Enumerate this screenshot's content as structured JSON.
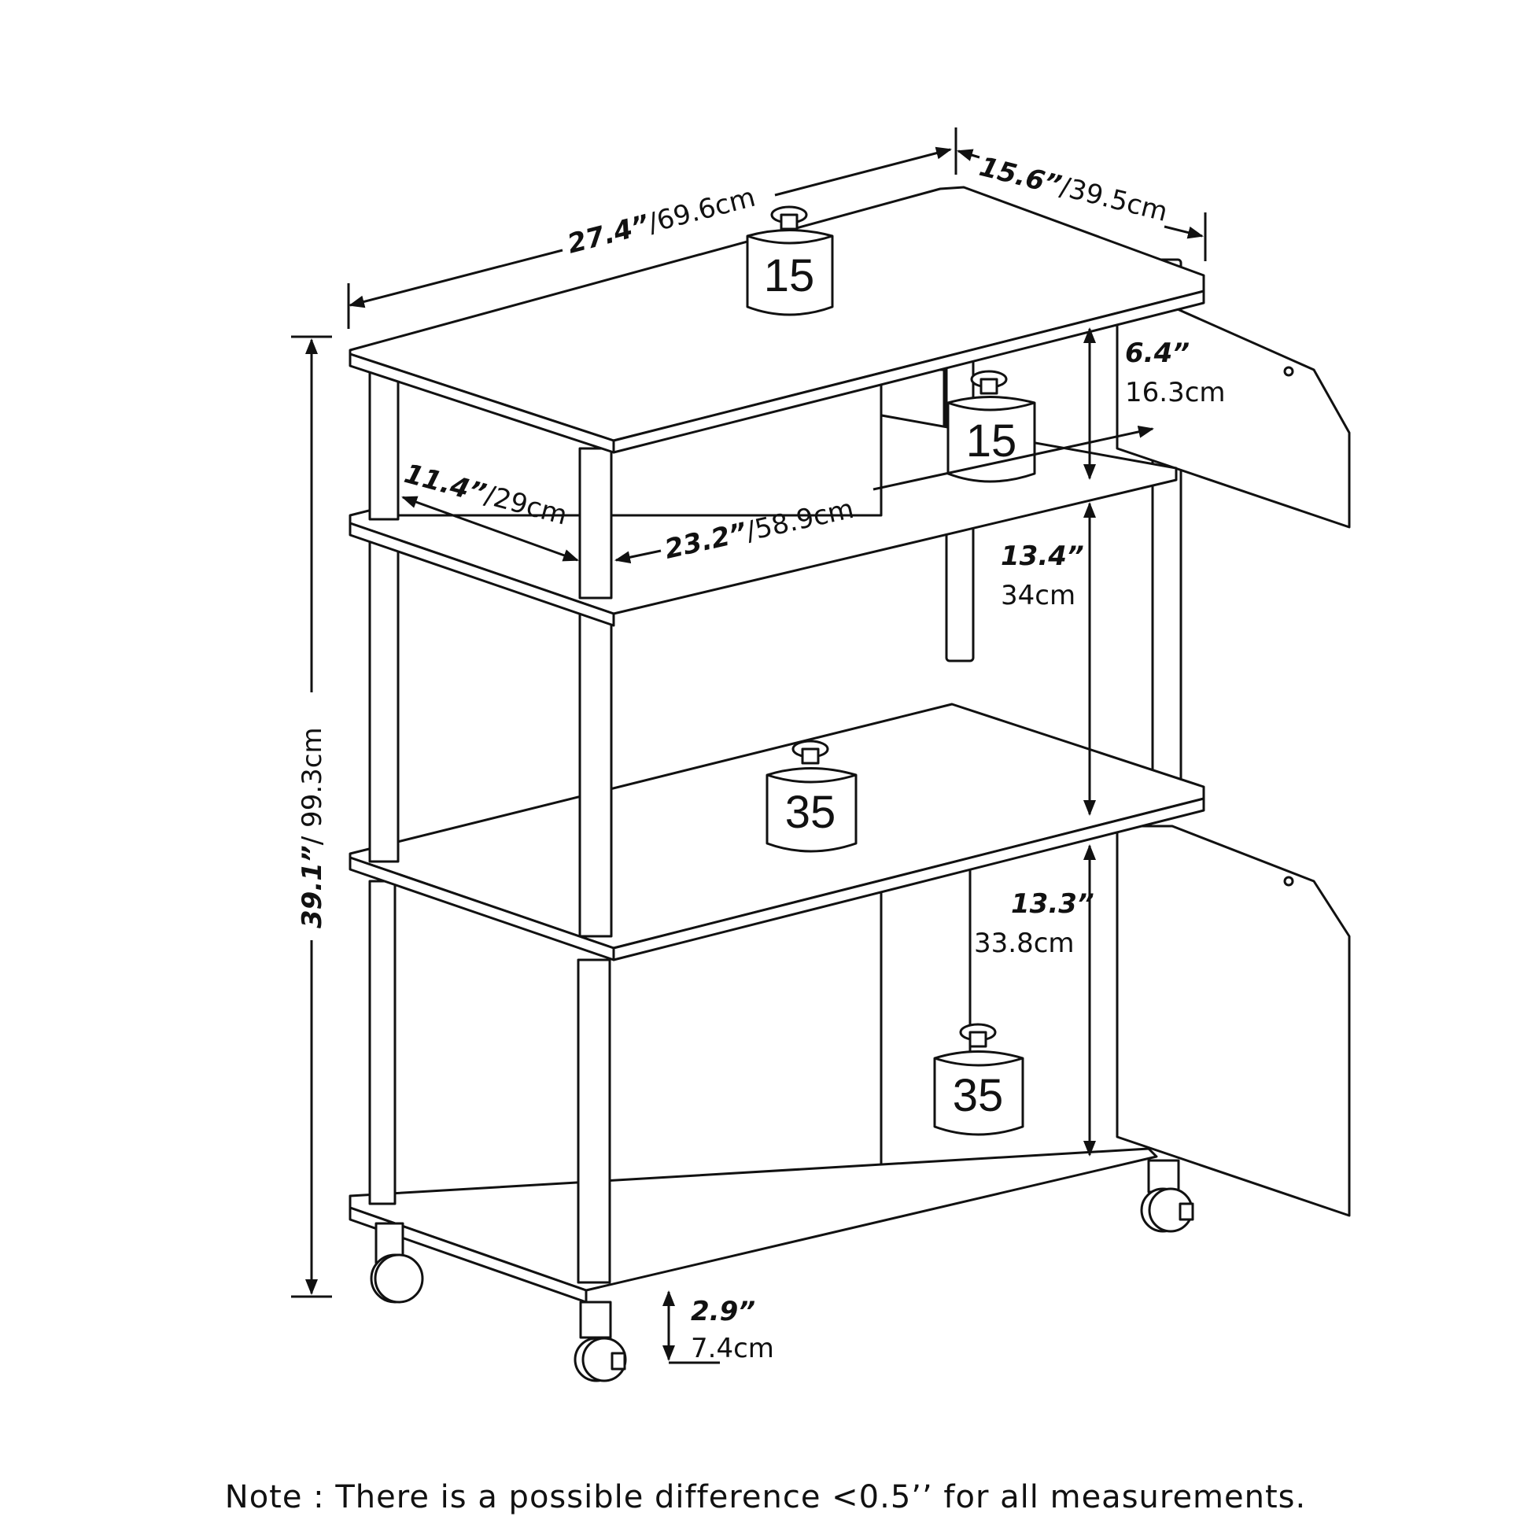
{
  "dimensions": {
    "width": {
      "imperial": "27.4”",
      "metric": "/69.6cm"
    },
    "depth": {
      "imperial": "15.6”",
      "metric": "/39.5cm"
    },
    "height": {
      "imperial": "39.1”",
      "metric": "/ 99.3cm"
    },
    "inner_depth": {
      "imperial": "11.4”",
      "metric": "/29cm"
    },
    "inner_width": {
      "imperial": "23.2”",
      "metric": "/58.9cm"
    },
    "top_opening": {
      "imperial": "6.4”",
      "metric": "16.3cm"
    },
    "middle_opening": {
      "imperial": "13.4”",
      "metric": "34cm"
    },
    "bottom_opening": {
      "imperial": "13.3”",
      "metric": "33.8cm"
    },
    "clearance": {
      "imperial": "2.9”",
      "metric": "7.4cm"
    }
  },
  "weights": {
    "top": "15",
    "upper_shelf": "15",
    "middle_shelf": "35",
    "bottom_shelf": "35"
  },
  "note": "Note : There is a possible difference <0.5’’ for all measurements."
}
